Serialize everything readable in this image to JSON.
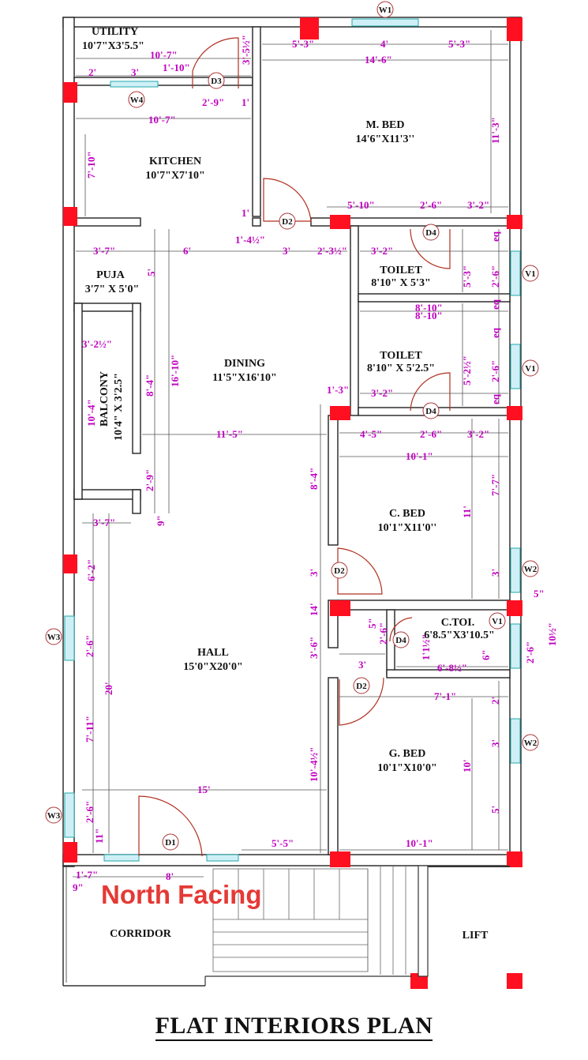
{
  "title": "FLAT INTERIORS PLAN",
  "facing_note": "North Facing",
  "rooms": {
    "utility": {
      "name": "UTILITY",
      "size": "10'7\"X3'5.5\""
    },
    "kitchen": {
      "name": "KITCHEN",
      "size": "10'7\"X7'10\""
    },
    "mbed": {
      "name": "M. BED",
      "size": "14'6\"X11'3''"
    },
    "toilet1": {
      "name": "TOILET",
      "size": "8'10\" X 5'3\""
    },
    "toilet2": {
      "name": "TOILET",
      "size": "8'10\" X 5'2.5\""
    },
    "puja": {
      "name": "PUJA",
      "size": "3'7\" X 5'0\""
    },
    "dining": {
      "name": "DINING",
      "size": "11'5\"X16'10\""
    },
    "balcony": {
      "name": "BALCONY",
      "size": "10'4\" X 3'2.5\""
    },
    "cbed": {
      "name": "C. BED",
      "size": "10'1\"X11'0''"
    },
    "ctoi": {
      "name": "C.TOI.",
      "size": "6'8.5\"X3'10.5\""
    },
    "hall": {
      "name": "HALL",
      "size": "15'0\"X20'0\""
    },
    "gbed": {
      "name": "G. BED",
      "size": "10'1\"X10'0\""
    },
    "corridor": {
      "name": "CORRIDOR"
    },
    "lift": {
      "name": "LIFT"
    }
  },
  "tags": {
    "w1": "W1",
    "w4": "W4",
    "d3": "D3",
    "d2a": "D2",
    "d4a": "D4",
    "v1a": "V1",
    "v1b": "V1",
    "d4b": "D4",
    "w2a": "W2",
    "d2b": "D2",
    "w3a": "W3",
    "d4c": "D4",
    "v1c": "V1",
    "d2c": "D2",
    "w2b": "W2",
    "w3b": "W3",
    "d1": "D1"
  },
  "dims": {
    "d001": "10'-7\"",
    "d002": "3'-5½\"",
    "d003": "1'-10\"",
    "d004": "2'",
    "d005": "3'",
    "d006": "2'-9\"",
    "d007": "1'",
    "d008": "10'-7\"",
    "d009": "7'-10\"",
    "d010": "1'",
    "d011": "5'-3\"",
    "d012": "4'",
    "d013": "5'-3\"",
    "d014": "14'-6\"",
    "d015": "11'-3\"",
    "d016": "5'-10\"",
    "d017": "2'-6\"",
    "d018": "3'-2\"",
    "d019": "1'-4½\"",
    "d020": "3'",
    "d021": "2'-3½\"",
    "d022": "3'-7\"",
    "d023": "6'",
    "d024": "3'-2\"",
    "d025": "5'-3\"",
    "d026": "2'-6\"",
    "d027": "eq",
    "d028": "eq",
    "d029": "5'",
    "d030": "8'-10\"",
    "d031": "8'-10\"",
    "d032": "3'-2½\"",
    "d033": "16'-10\"",
    "d034": "8'-4\"",
    "d035": "5'-2½\"",
    "d036": "2'-6\"",
    "d037": "eq",
    "d038": "eq",
    "d039": "1'-3\"",
    "d040": "3'-2\"",
    "d041": "10'-4\"",
    "d042": "4'-5\"",
    "d043": "2'-6\"",
    "d044": "3'-2\"",
    "d045": "11'-5\"",
    "d046": "10'-1\"",
    "d047": "2'-9\"",
    "d048": "8'-4\"",
    "d049": "7'-7\"",
    "d050": "11'",
    "d051": "9\"",
    "d052": "3'-7\"",
    "d053": "6'-2\"",
    "d054": "3'",
    "d055": "3'",
    "d056": "5\"",
    "d057": "14'",
    "d058": "5\"",
    "d059": "2'-6\"",
    "d060": "10½\"",
    "d061": "2'-6\"",
    "d062": "3'-6\"",
    "d063": "1'1½\"",
    "d064": "6\"",
    "d065": "2'-6\"",
    "d066": "3'",
    "d067": "6'-8½\"",
    "d068": "20'",
    "d069": "7'-1\"",
    "d070": "2'",
    "d071": "7'-11\"",
    "d072": "3'",
    "d073": "10'-4½\"",
    "d074": "10'",
    "d075": "15'",
    "d076": "5'",
    "d077": "2'-6\"",
    "d078": "11\"",
    "d079": "5'-5\"",
    "d080": "10'-1\"",
    "d081": "1'-7\"",
    "d082": "8'",
    "d083": "9\""
  }
}
